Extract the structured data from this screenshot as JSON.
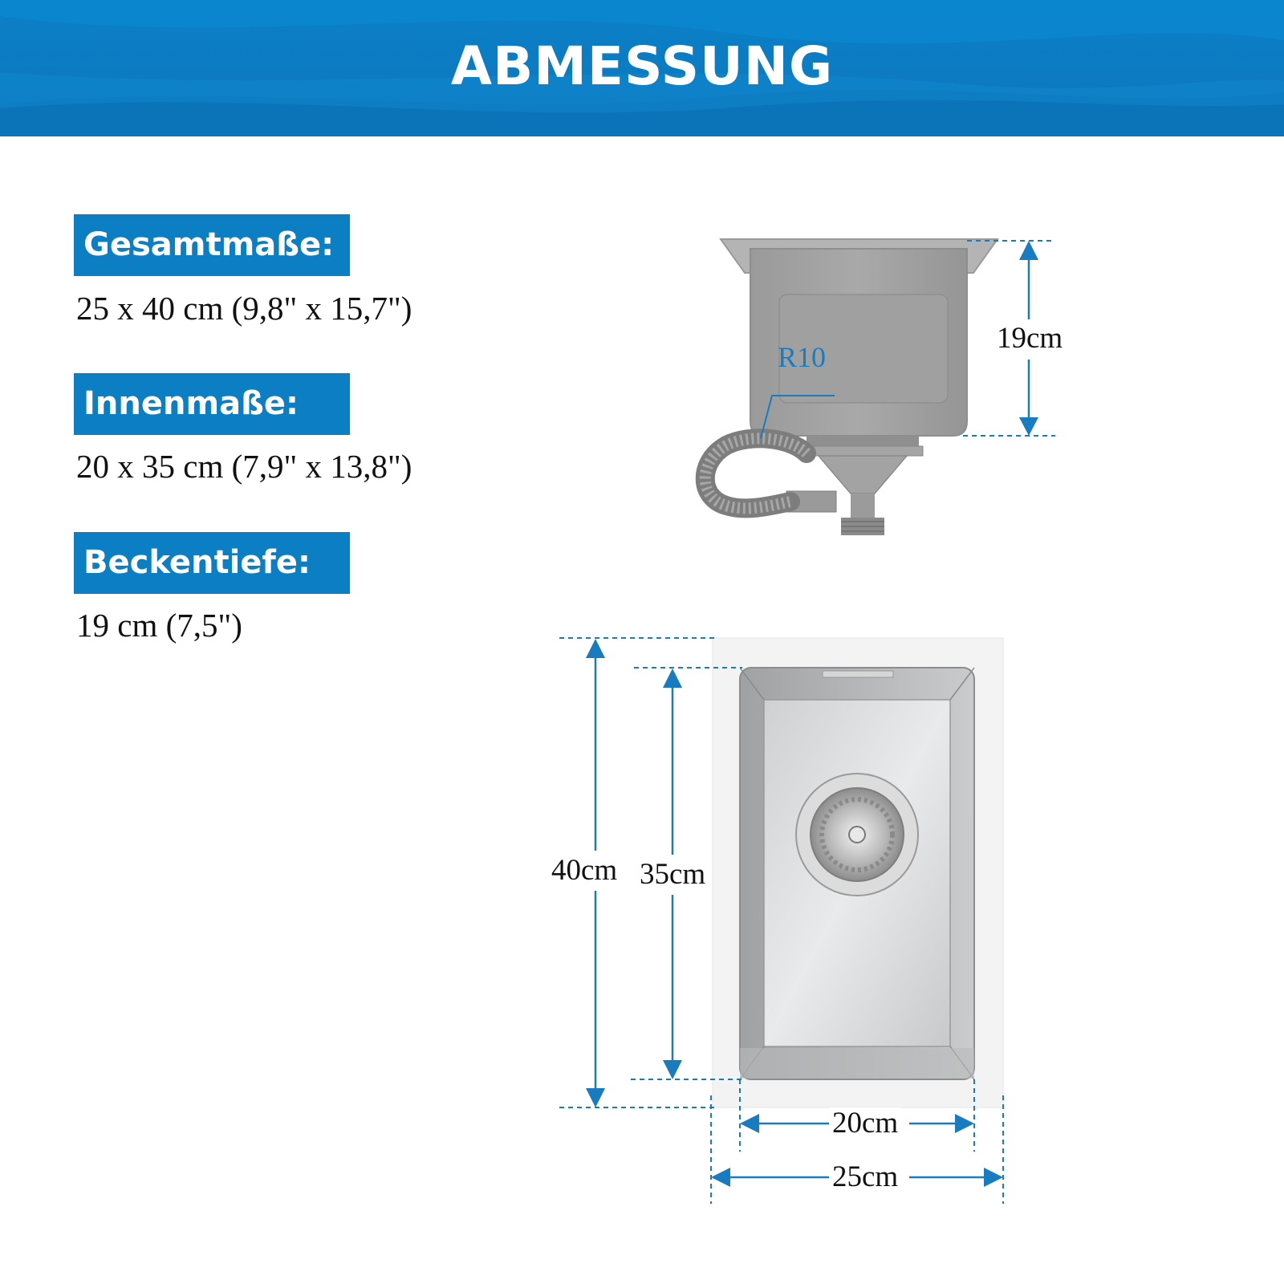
{
  "header": {
    "title": "ABMESSUNG"
  },
  "specs": [
    {
      "label": "Gesamtmaße:",
      "value": "25 x 40 cm (9,8\" x 15,7\")"
    },
    {
      "label": "Innenmaße:",
      "value": "20 x 35 cm (7,9\" x 13,8\")"
    },
    {
      "label": "Beckentiefe:",
      "value": "19 cm (7,5\")"
    }
  ],
  "side_view": {
    "depth_label": "19cm",
    "radius_label": "R10"
  },
  "top_view": {
    "outer_length_label": "40cm",
    "inner_length_label": "35cm",
    "inner_width_label": "20cm",
    "outer_width_label": "25cm"
  },
  "colors": {
    "accent": "#0c7fc4",
    "dimension_line": "#1a7cc0",
    "steel": "#a8a8a8"
  }
}
